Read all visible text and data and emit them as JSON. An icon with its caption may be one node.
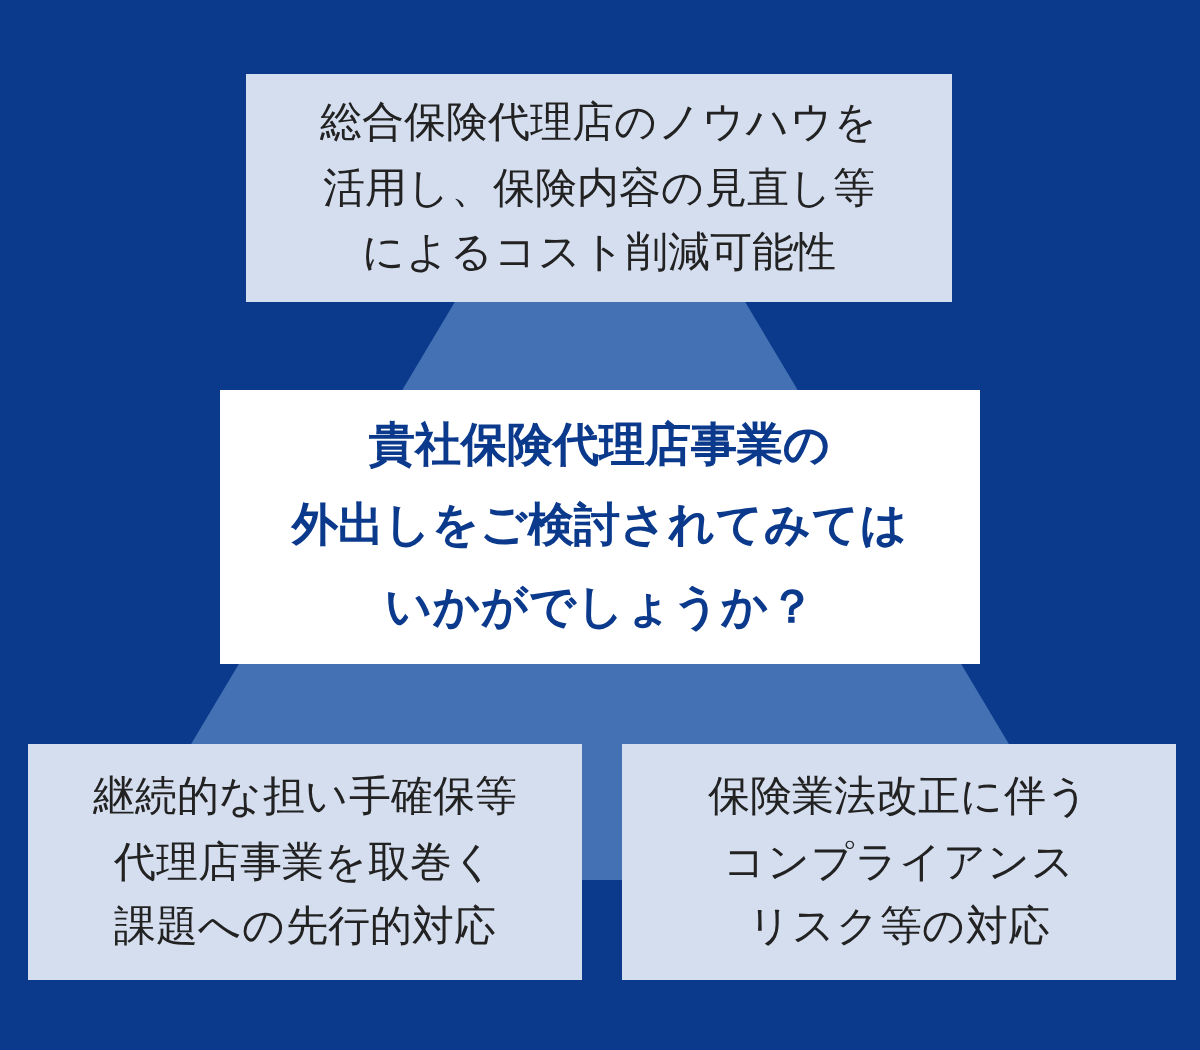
{
  "diagram": {
    "nodes": [
      {
        "text": [
          "総合保険代理店のノウハウを活用し、保険内容の見直し等によるコスト削減可能性"
        ]
      },
      {
        "text": [
          "貴社保険代理店事業の外出しをご検討されてみてはいかがでしょうか？"
        ]
      },
      {
        "text": [
          "継続的な担い手確保等代理店事業を取巻く課題への先行的対応"
        ]
      },
      {
        "text": [
          "保険業法改正に伴うコンプライアンスリスク等の対応"
        ]
      }
    ]
  }
}
